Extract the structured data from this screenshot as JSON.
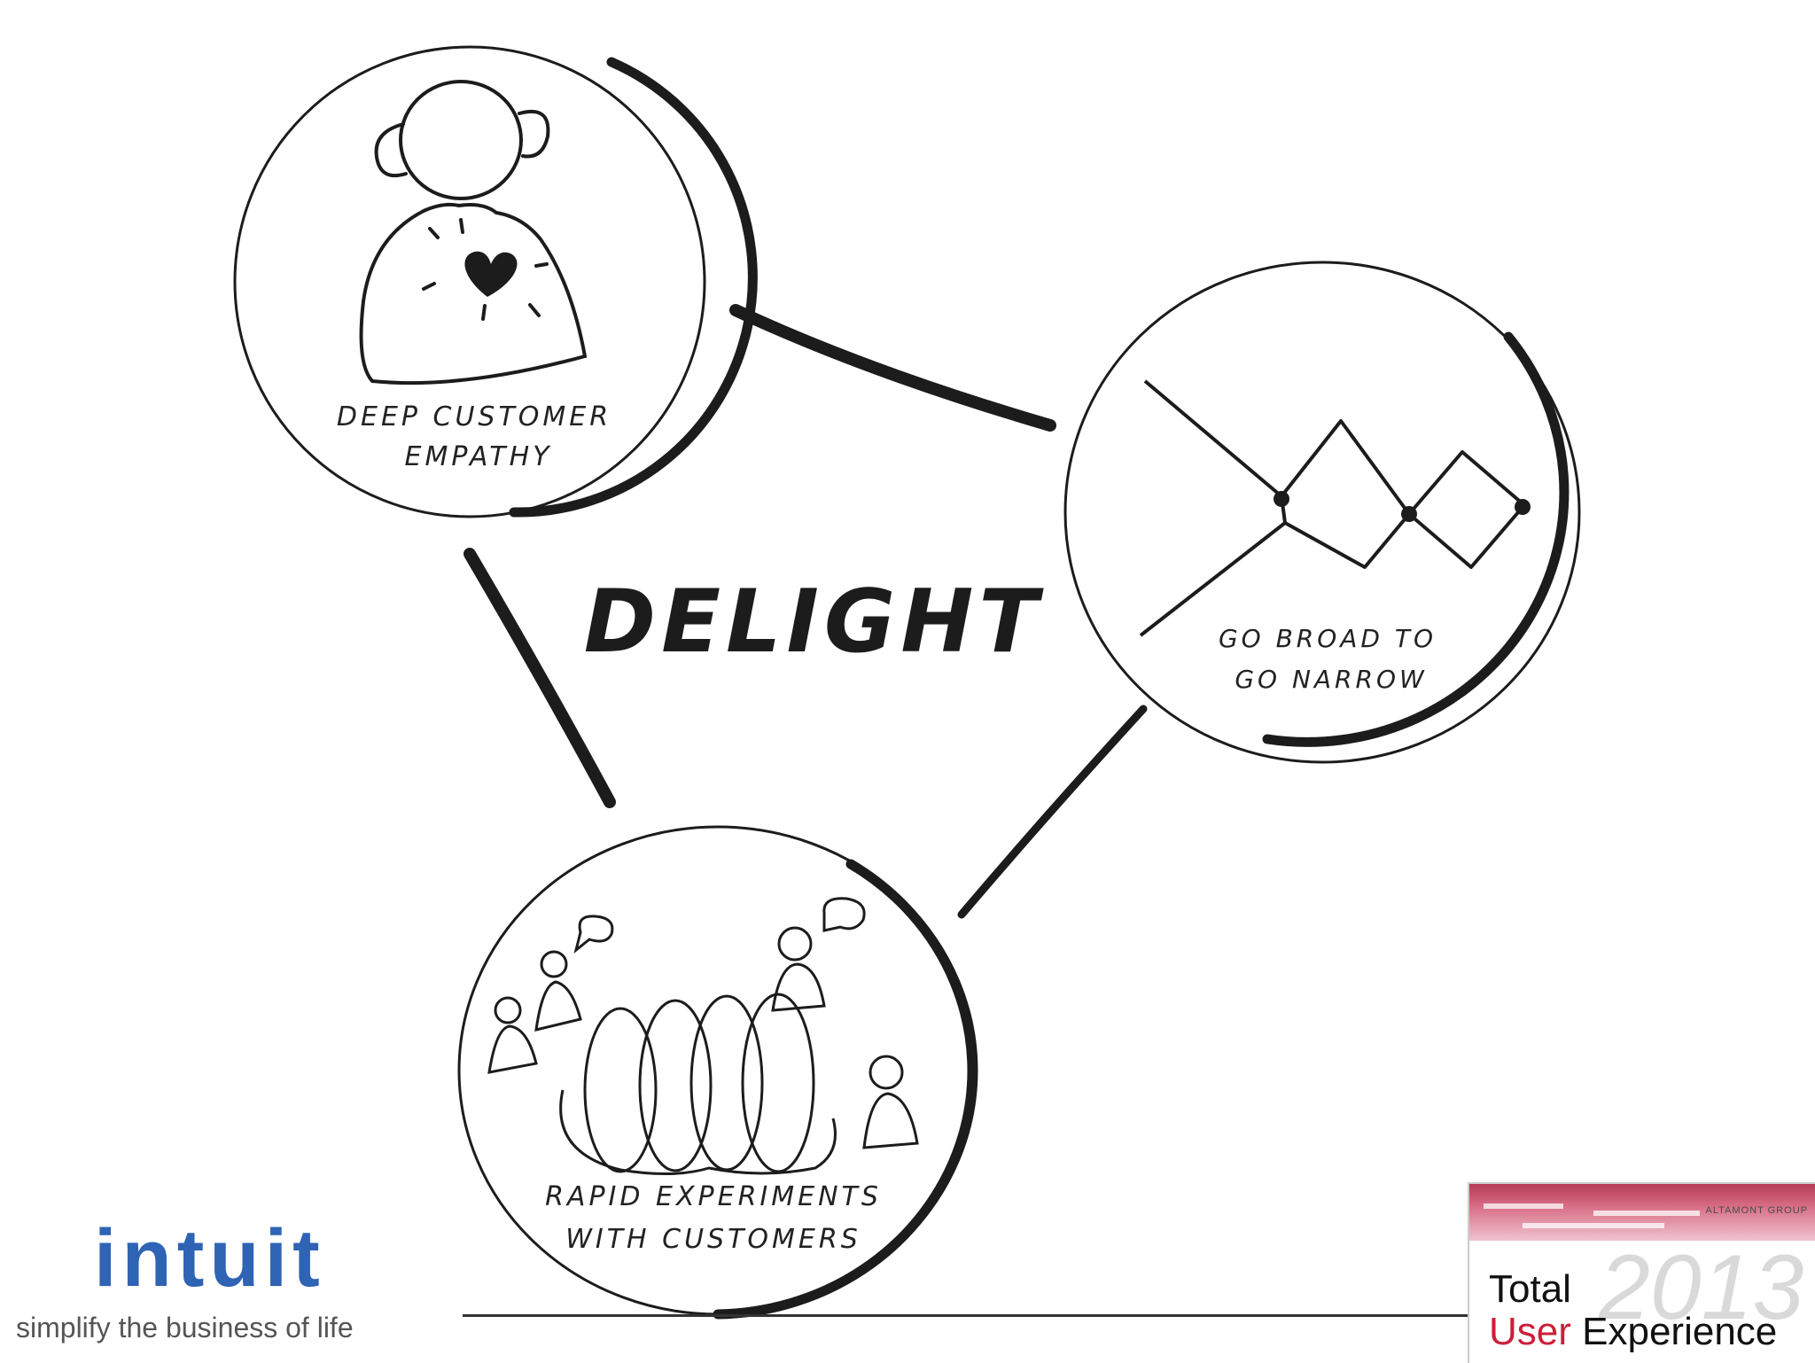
{
  "diagram": {
    "center_label": "DELIGHT",
    "nodes": [
      {
        "line1": "DEEP CUSTOMER",
        "line2": "EMPATHY"
      },
      {
        "line1": "GO BROAD TO",
        "line2": "GO NARROW"
      },
      {
        "line1": "RAPID EXPERIMENTS",
        "line2": "WITH CUSTOMERS"
      }
    ]
  },
  "footer": {
    "logo_text": "intuit",
    "tagline": "simplify the business of life"
  },
  "badge": {
    "sponsor": "ALTAMONT GROUP",
    "line1": "Total",
    "line2_a": "User",
    "line2_b": " Experience",
    "year": "2013",
    "colors": {
      "accent": "#cc1f3a",
      "banner": "#b63a56"
    }
  },
  "colors": {
    "ink": "#1c1c1c",
    "logo_blue": "#2f63b3"
  }
}
